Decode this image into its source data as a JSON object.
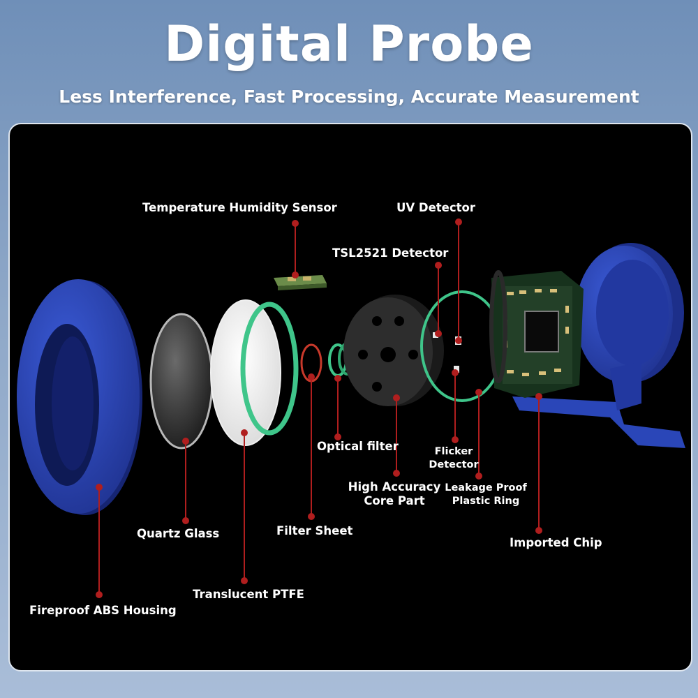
{
  "title": "Digital Probe",
  "subtitle": "Less Interference, Fast Processing, Accurate Measurement",
  "colors": {
    "housing_blue": "#2a46b8",
    "seal_green": "#3fc58a",
    "leader_red": "#b01e1e",
    "panel_bg": "#000000"
  },
  "labels": {
    "temperature_humidity_sensor": "Temperature Humidity Sensor",
    "uv_detector": "UV Detector",
    "tsl2521_detector": "TSL2521 Detector",
    "optical_filter": "Optical filter",
    "flicker_detector_line1": "Flicker",
    "flicker_detector_line2": "Detector",
    "high_accuracy_line1": "High Accuracy",
    "high_accuracy_line2": "Core Part",
    "leakage_line1": "Leakage Proof",
    "leakage_line2": "Plastic Ring",
    "imported_chip": "Imported Chip",
    "quartz_glass": "Quartz Glass",
    "filter_sheet": "Filter Sheet",
    "translucent_ptfe": "Translucent PTFE",
    "fireproof_abs_housing": "Fireproof ABS Housing"
  }
}
